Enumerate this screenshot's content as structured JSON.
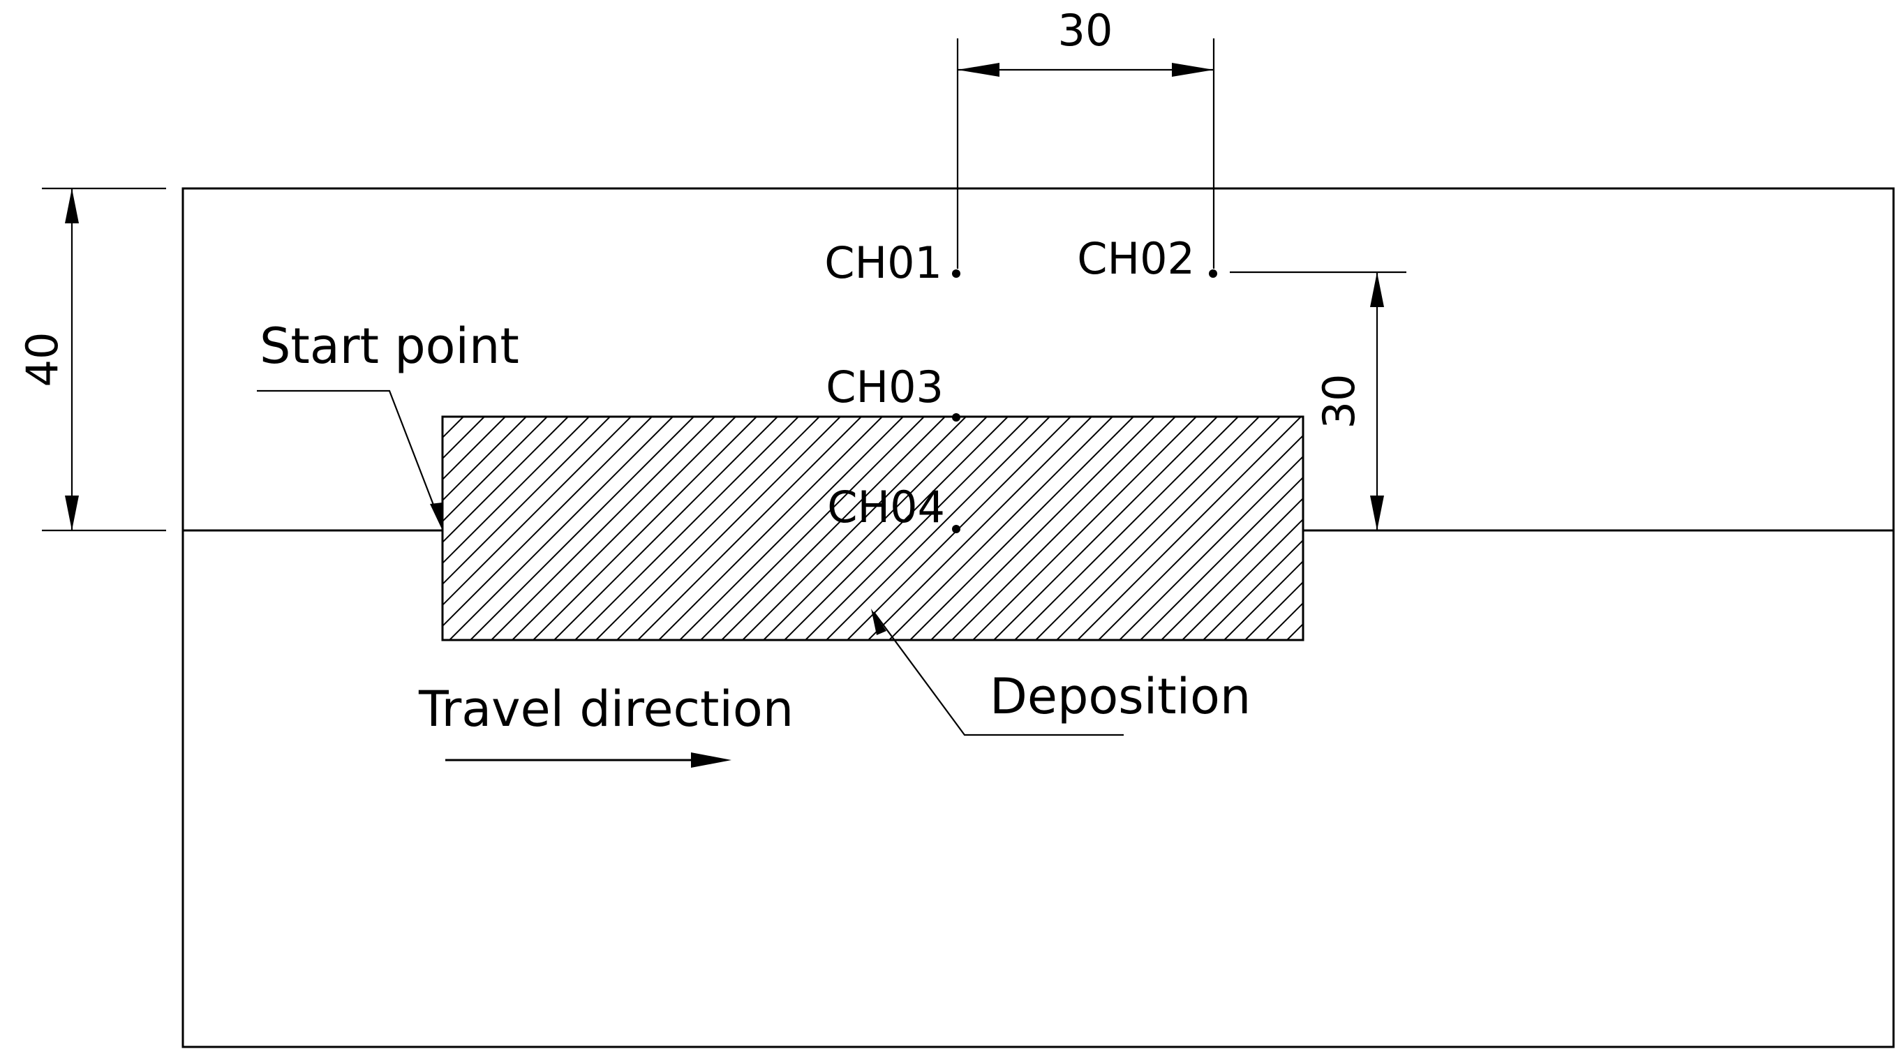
{
  "dimensions": {
    "top_spacing": "30",
    "left_height": "40",
    "right_height": "30"
  },
  "channels": {
    "ch01": "CH01",
    "ch02": "CH02",
    "ch03": "CH03",
    "ch04": "CH04"
  },
  "labels": {
    "start_point": "Start point",
    "travel_direction": "Travel direction",
    "deposition": "Deposition"
  }
}
